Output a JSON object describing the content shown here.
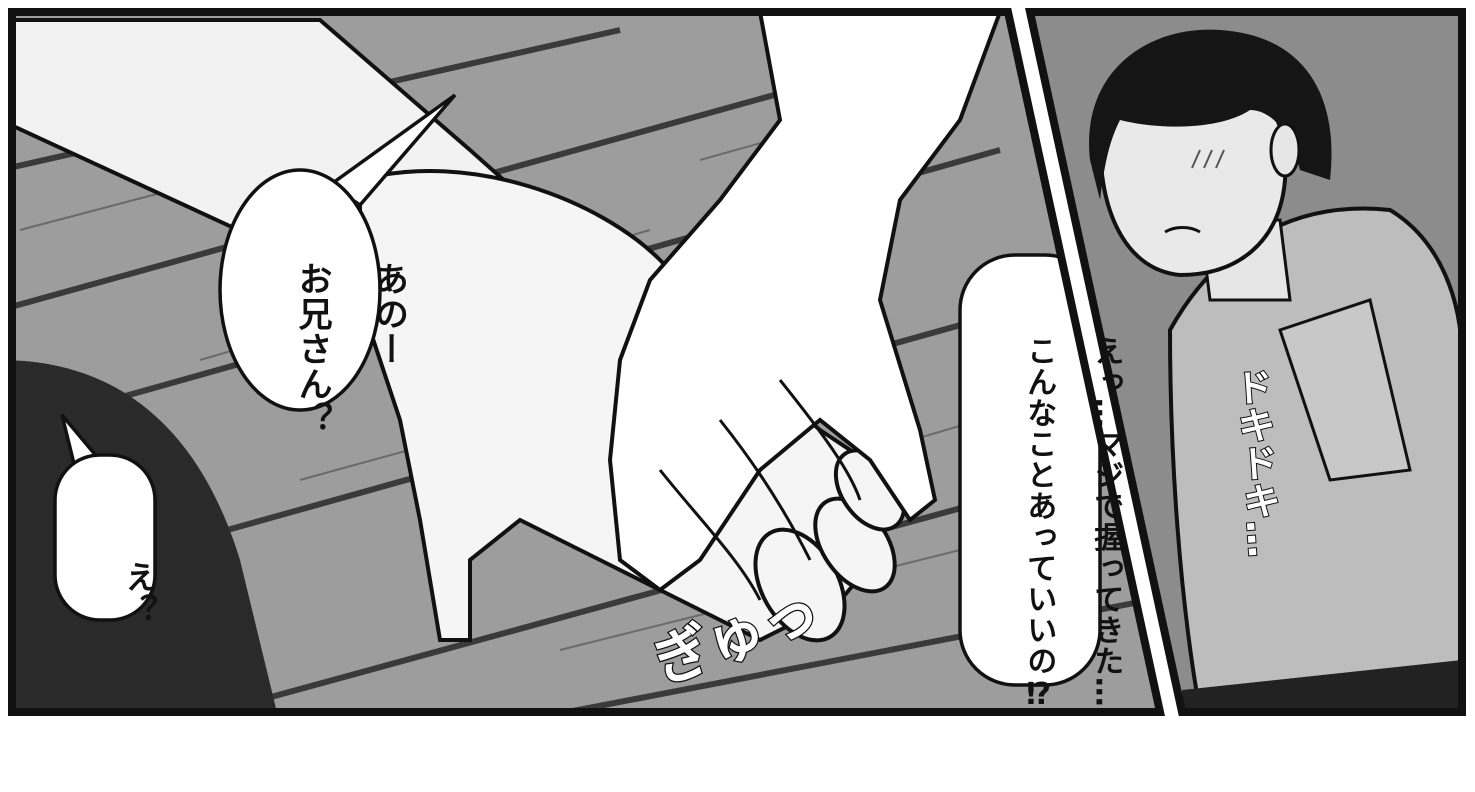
{
  "panels": [
    {
      "id": "left",
      "bubbles": [
        {
          "id": "ano-oniisan",
          "lines": [
            "あのー",
            "お兄さん？"
          ]
        },
        {
          "id": "e",
          "lines": [
            "え？"
          ]
        },
        {
          "id": "etto-maji",
          "lines": [
            "えっ…マジで握ってきた…",
            "こんなことあっていいの⁉"
          ]
        }
      ],
      "sfx": "ぎゅっ"
    },
    {
      "id": "right",
      "sfx": "ドキドキ…"
    }
  ],
  "colors": {
    "ink": "#111111",
    "panel_right_bg": "#8c8c8c",
    "floor": "#9a9a9a",
    "skin": "#f4f4f4",
    "hair": "#151515",
    "shirt": "#bdbdbd"
  }
}
